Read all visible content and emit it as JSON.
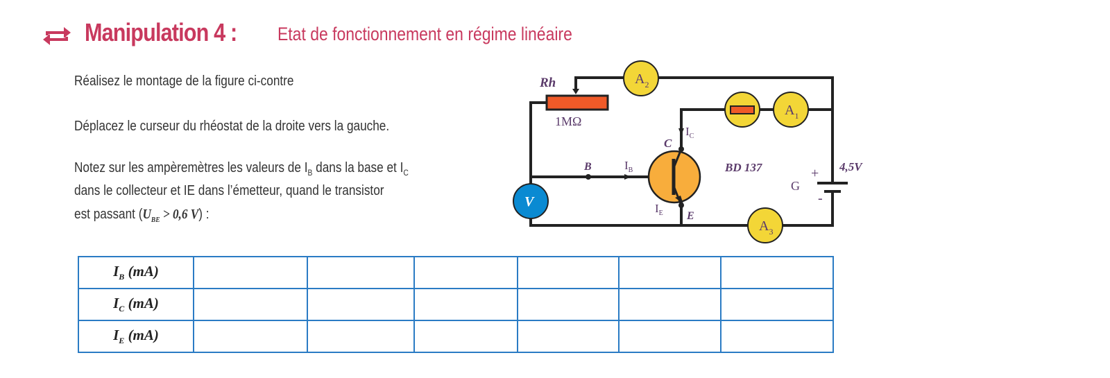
{
  "header": {
    "icon": "repeat-arrows-icon",
    "title": "Manipulation 4 :",
    "subtitle": "Etat de fonctionnement en régime linéaire"
  },
  "instructions": {
    "line1": "Réalisez le montage de la figure ci-contre",
    "line2": "Déplacez le curseur du rhéostat de la droite vers la gauche.",
    "line3a": "Notez sur les ampèremètres les valeurs de I",
    "line3b": "B",
    "line3c": " dans la base et I",
    "line3d": "C",
    "line4": "dans le collecteur et IE dans l’émetteur, quand le transistor",
    "line5a": "est passant (",
    "line5b": "U",
    "line5c": "BE",
    "line5d": " > 0,6 V",
    "line5e": ") :"
  },
  "circuit": {
    "rheostat_label": "Rh",
    "rheostat_value": "1MΩ",
    "a1": "A",
    "a1_sub": "1",
    "a2": "A",
    "a2_sub": "2",
    "a3": "A",
    "a3_sub": "3",
    "voltmeter": "V",
    "node_b": "B",
    "node_c": "C",
    "node_e": "E",
    "ib": "I",
    "ib_sub": "B",
    "ic": "I",
    "ic_sub": "C",
    "ie": "I",
    "ie_sub": "E",
    "transistor": "BD 137",
    "generator": "G",
    "plus": "+",
    "minus": "-",
    "voltage": "4,5V",
    "colors": {
      "ammeter": "#f3d637",
      "transistor": "#f8ad3c",
      "resistor": "#ef5a28",
      "voltmeter": "#0a8ad2"
    }
  },
  "table": {
    "rows": [
      {
        "label": "I",
        "sub": "B",
        "unit": " (mA)"
      },
      {
        "label": "I",
        "sub": "C",
        "unit": " (mA)"
      },
      {
        "label": "I",
        "sub": "E",
        "unit": " (mA)"
      }
    ]
  }
}
